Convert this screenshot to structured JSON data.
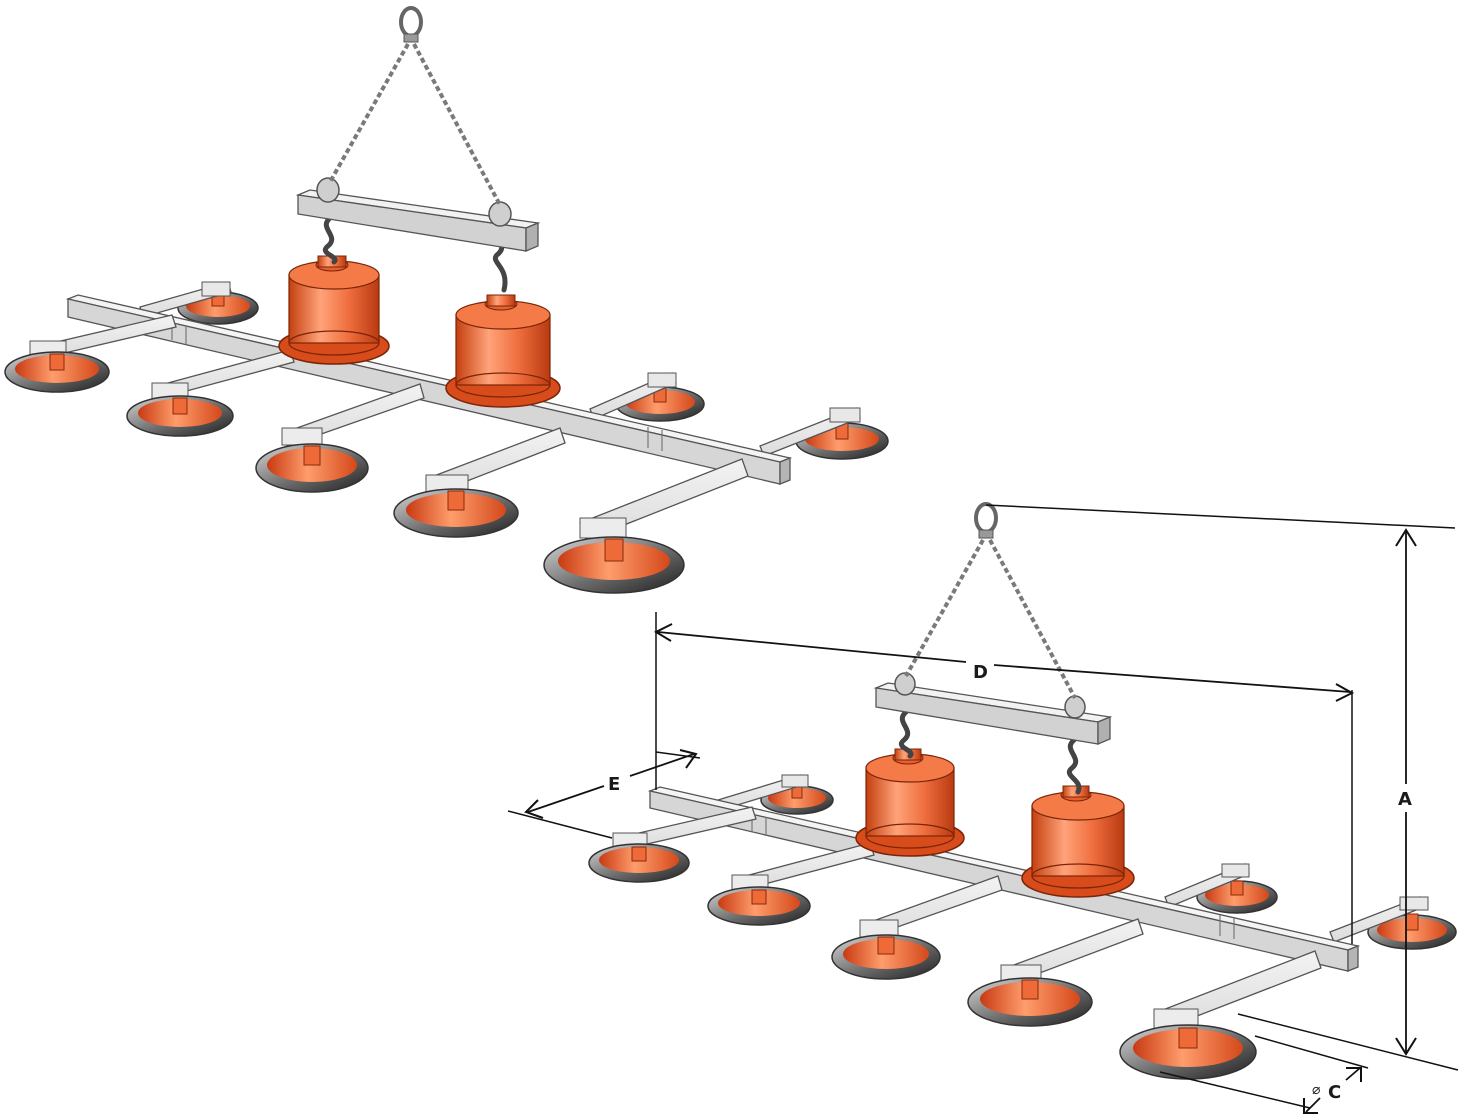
{
  "colors": {
    "frame_light": "#ececec",
    "frame_mid": "#d8d8d8",
    "frame_dark": "#9a9a9a",
    "outline": "#3a3a3a",
    "pad_orange_light": "#ff9a6a",
    "pad_orange": "#ee5a2a",
    "pad_orange_dark": "#b8360f",
    "skirt_dark": "#2e2e2e",
    "skirt_light": "#cfcfcf",
    "chain": "#8a8a8a",
    "dimension_line": "#111111"
  },
  "dimensions": {
    "A": "A",
    "C": "C",
    "C_prefix": "⌀",
    "D": "D",
    "E": "E"
  }
}
